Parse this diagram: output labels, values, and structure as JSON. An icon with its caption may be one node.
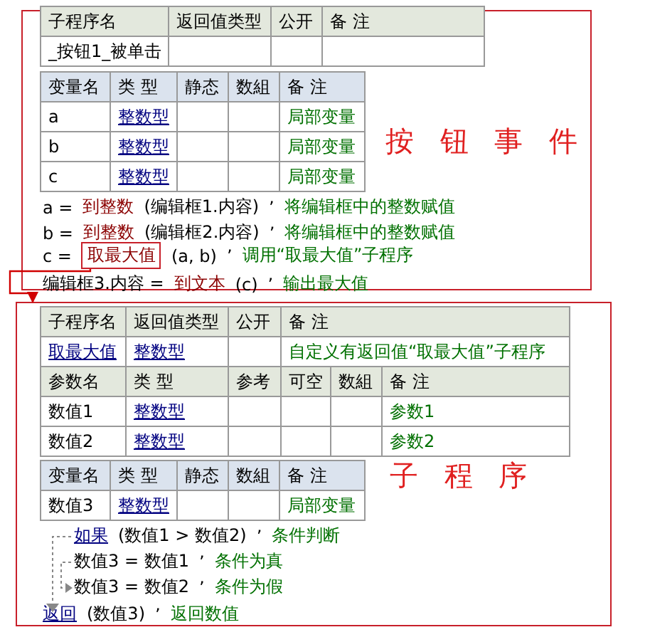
{
  "diagram": {
    "nodes": [
      {
        "text": [
          "按 钮 事 件"
        ]
      },
      {
        "text": [
          "取最大值"
        ],
        "in": 0
      },
      {
        "text": [
          "子 程 序"
        ]
      }
    ],
    "edges": [
      {
        "from": 1,
        "to": 2,
        "arrow": "to",
        "color": "#d00000"
      }
    ],
    "labels": [
      "子程序名",
      "返回值类型",
      "公开",
      "备 注",
      "_按钮1_被单击",
      "变量名",
      "类 型",
      "静态",
      "数組",
      "备 注",
      "a",
      "整数型",
      "局部变量",
      "b",
      "整数型",
      "局部变量",
      "c",
      "整数型",
      "局部变量",
      "a =",
      "到整数",
      "(编辑框1.内容)",
      "’",
      "将编辑框中的整数赋值",
      "b =",
      "到整数",
      "(编辑框2.内容)",
      "’",
      "将编辑框中的整数赋值",
      "c =",
      "(a, b)",
      "’",
      "调用“取最大值”子程序",
      "编辑框3.内容 =",
      "到文本",
      "(c)",
      "’",
      "输出最大值",
      "子程序名",
      "返回值类型",
      "公开",
      "备 注",
      "取最大值",
      "整数型",
      "自定义有返回值“取最大值”子程序",
      "参数名",
      "类 型",
      "参考",
      "可空",
      "数組",
      "备 注",
      "数值1",
      "整数型",
      "参数1",
      "数值2",
      "整数型",
      "参数2",
      "变量名",
      "类 型",
      "静态",
      "数組",
      "备 注",
      "数值3",
      "整数型",
      "局部变量",
      "如果",
      "(数值1 > 数值2)",
      "’",
      "条件判断",
      "数值3 = 数值1",
      "’",
      "条件为真",
      "数值3 = 数值2",
      "’",
      "条件为假",
      "返回",
      "(数值3)",
      "’",
      "返回数值"
    ]
  }
}
